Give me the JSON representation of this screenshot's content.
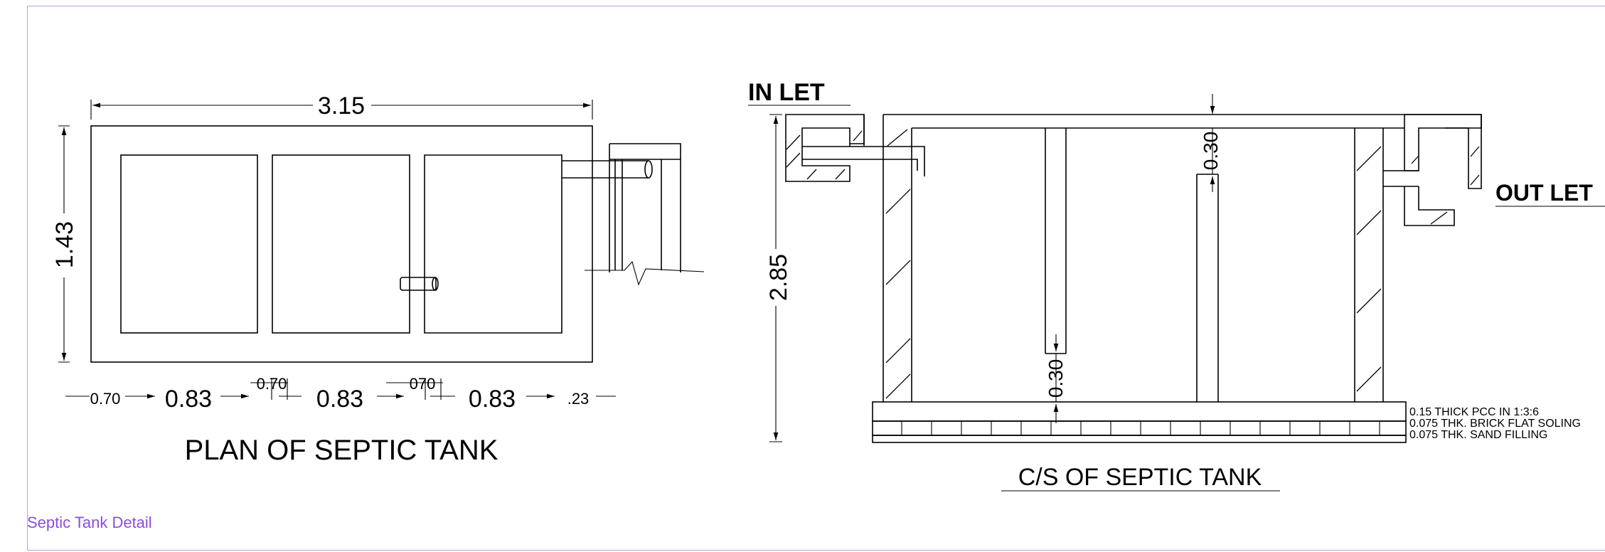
{
  "caption": "Septic Tank Detail",
  "colors": {
    "frame": "#b8a2e0",
    "caption": "#8a4fd8",
    "line": "#000000"
  },
  "plan": {
    "title": "PLAN OF SEPTIC TANK",
    "overall_length": "3.15",
    "overall_width": "1.43",
    "bottom_dims": [
      "0.70",
      "0.83",
      "0.70",
      "0.83",
      "070",
      "0.83",
      ".23"
    ]
  },
  "section": {
    "title": "C/S OF SEPTIC TANK",
    "inlet_label": "IN LET",
    "outlet_label": "OUT LET",
    "depth": "2.85",
    "baffle_top_gap": "0.30",
    "baffle_bottom_gap": "0.30",
    "layers": [
      "0.15 THICK PCC IN 1:3:6",
      "0.075 THK. BRICK FLAT SOLING",
      "0.075 THK. SAND FILLING"
    ]
  }
}
